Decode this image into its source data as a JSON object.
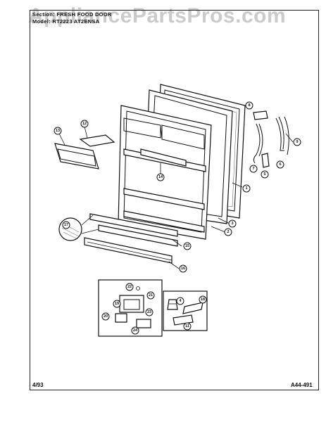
{
  "watermark": "AppliancePartsPros.com",
  "header": {
    "section_label": "Section:",
    "section_value": "FRESH FOOD DOOR",
    "model_line": "Model: RT2223  AT2ENSA"
  },
  "footer": {
    "date": "4/93",
    "code": "A44-491"
  },
  "callouts": [
    {
      "n": "1"
    },
    {
      "n": "2"
    },
    {
      "n": "3"
    },
    {
      "n": "4"
    },
    {
      "n": "5"
    },
    {
      "n": "6"
    },
    {
      "n": "7"
    },
    {
      "n": "8"
    },
    {
      "n": "9"
    },
    {
      "n": "11"
    },
    {
      "n": "12"
    },
    {
      "n": "13"
    },
    {
      "n": "14"
    },
    {
      "n": "15"
    },
    {
      "n": "16"
    },
    {
      "n": "17"
    },
    {
      "n": "18"
    },
    {
      "n": "19"
    },
    {
      "n": "20"
    },
    {
      "n": "21"
    },
    {
      "n": "22"
    },
    {
      "n": "23"
    },
    {
      "n": "24"
    }
  ]
}
